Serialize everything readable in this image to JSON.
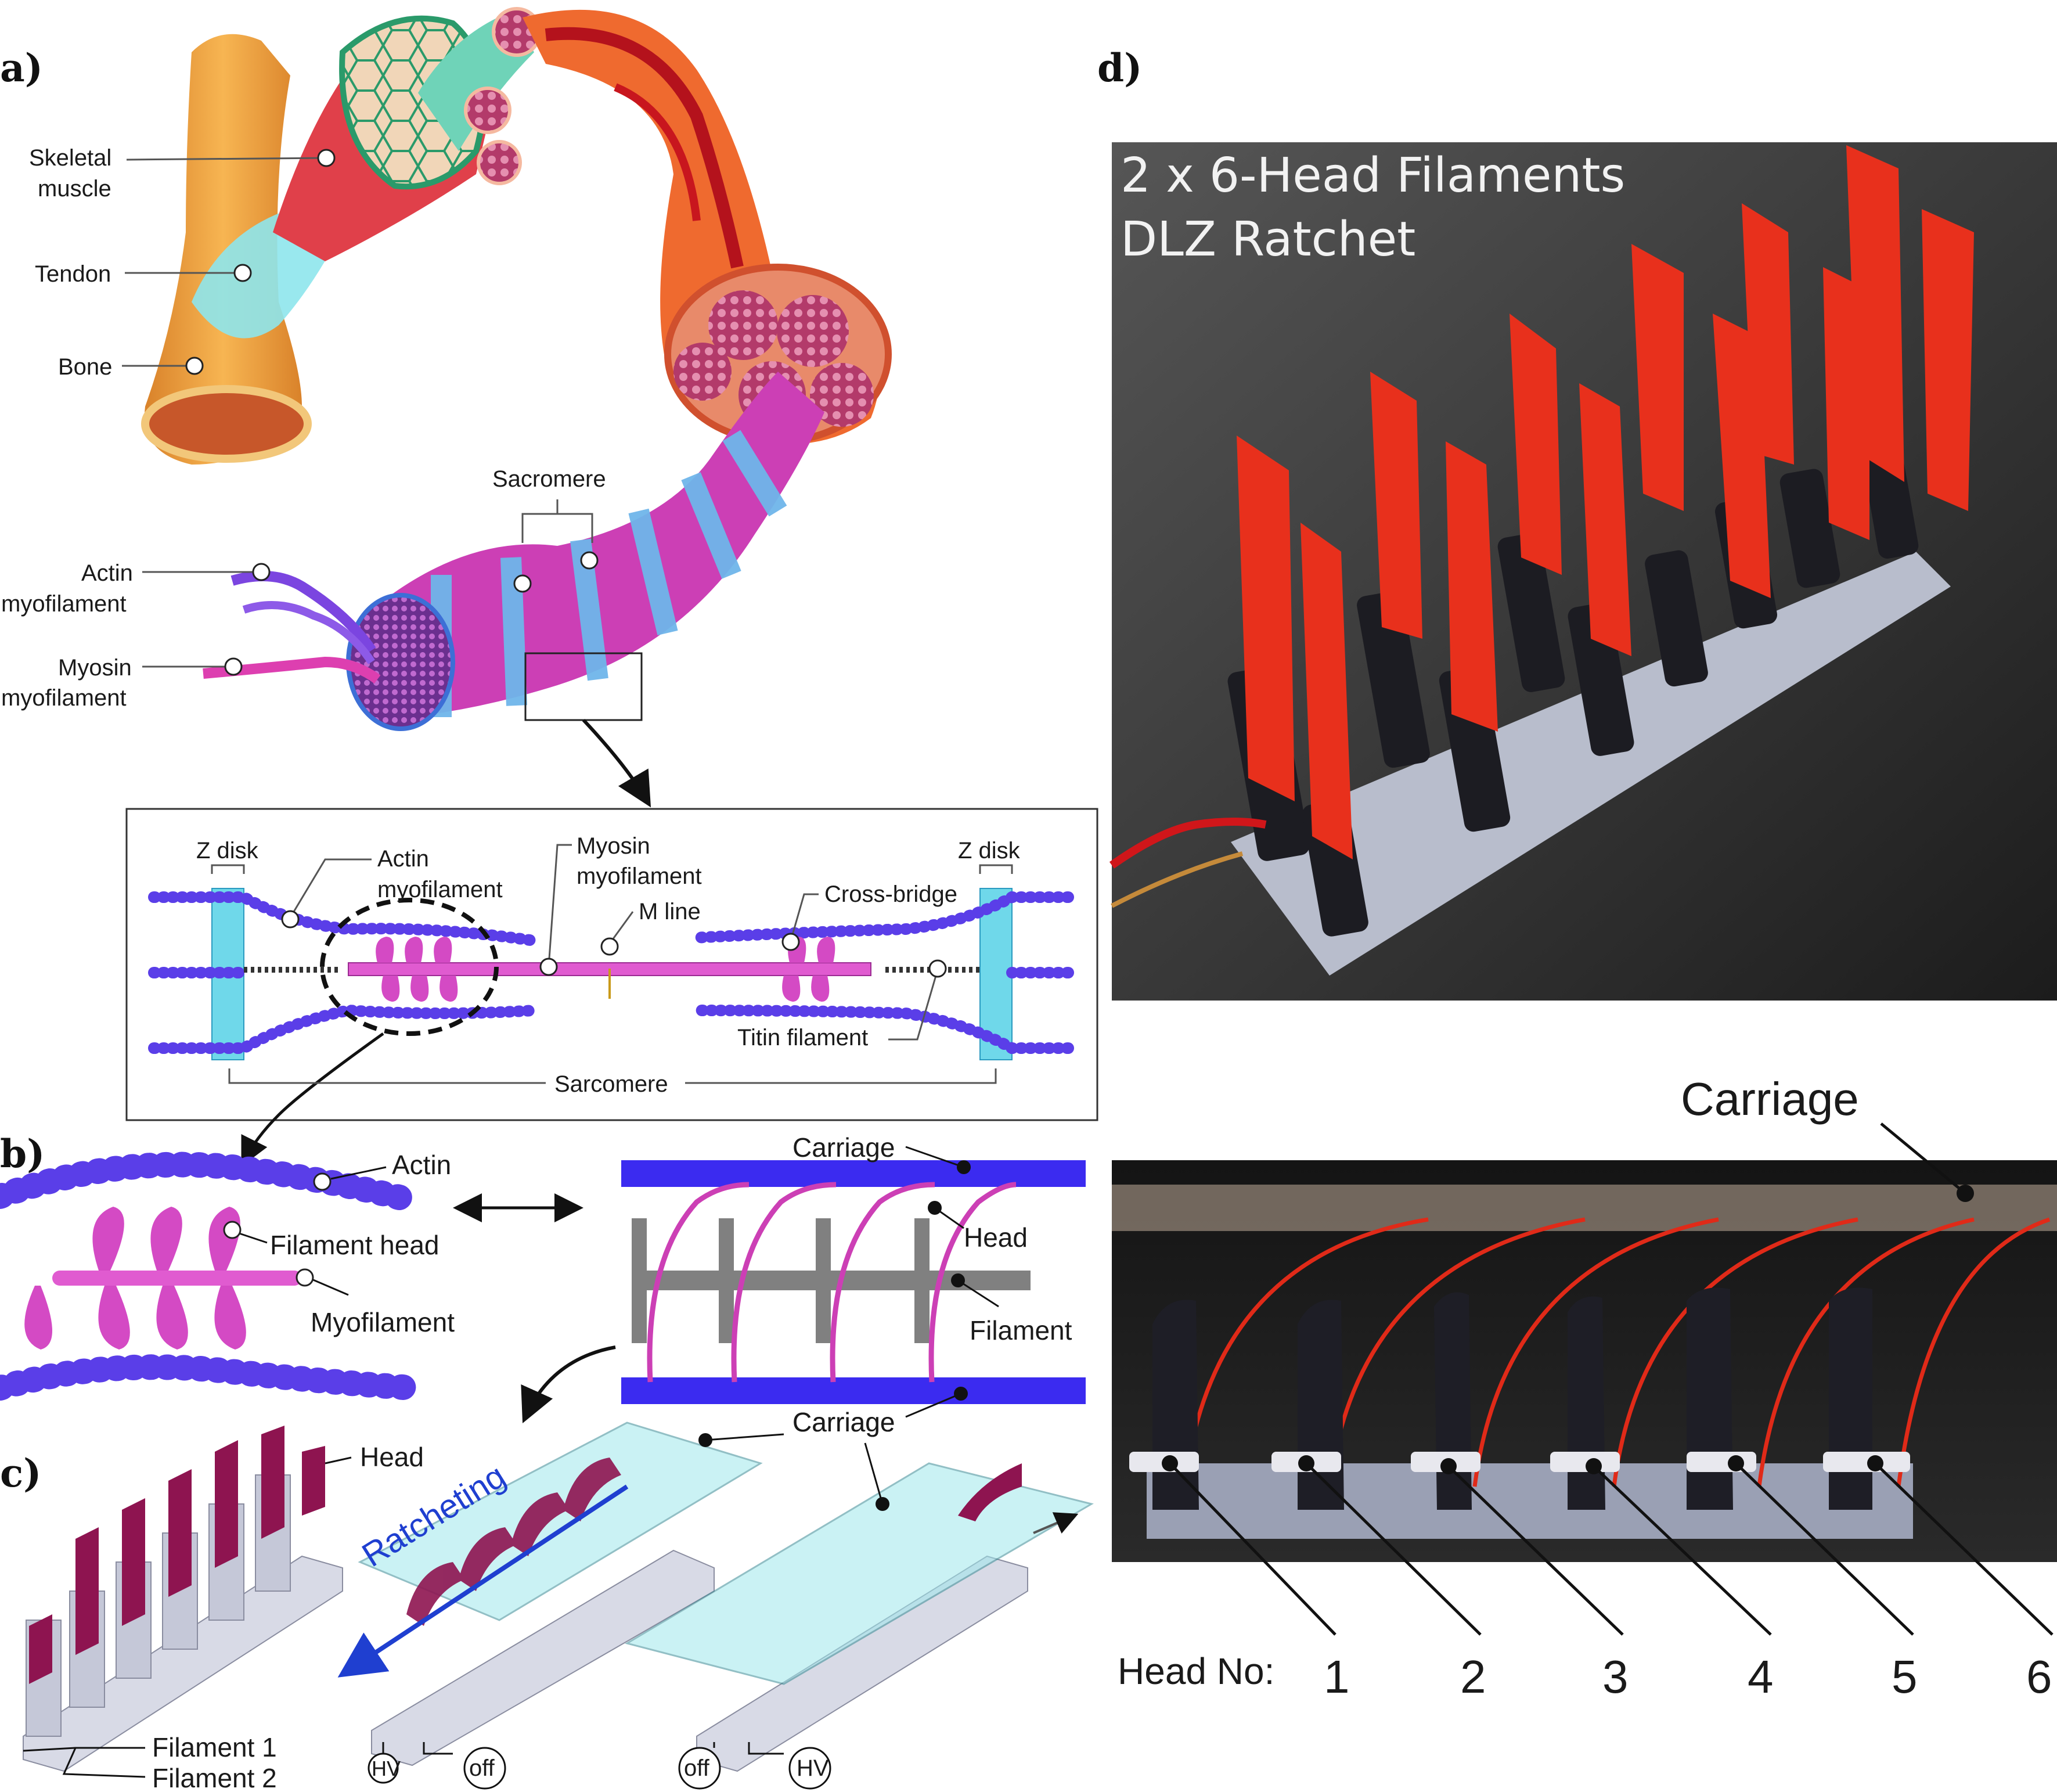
{
  "panels": {
    "a": "a)",
    "b": "b)",
    "c": "c)",
    "d": "d)"
  },
  "anatomy": {
    "skeletal_muscle": [
      "Skeletal",
      "muscle"
    ],
    "tendon": "Tendon",
    "bone": "Bone",
    "sacromere": "Sacromere",
    "actin": [
      "Actin",
      "myofilament"
    ],
    "myosin": [
      "Myosin",
      "myofilament"
    ]
  },
  "sarcomere_box": {
    "z_disk_left": "Z disk",
    "z_disk_right": "Z disk",
    "actin": [
      "Actin",
      "myofilament"
    ],
    "myosin": [
      "Myosin",
      "myofilament"
    ],
    "m_line": "M line",
    "cross_bridge": "Cross-bridge",
    "titin": "Titin filament",
    "sarcomere": "Sarcomere"
  },
  "panel_b": {
    "actin": "Actin",
    "filament_head": "Filament head",
    "myofilament": "Myofilament",
    "carriage_top": "Carriage",
    "head": "Head",
    "filament": "Filament",
    "carriage_bottom": "Carriage"
  },
  "panel_c": {
    "head": "Head",
    "filament1": "Filament 1",
    "filament2": "Filament 2",
    "ratcheting": "Ratcheting",
    "hv1": "HV",
    "off1": "off",
    "off2": "off",
    "hv2": "HV"
  },
  "panel_d": {
    "photo_title": [
      "2 x 6-Head Filaments",
      "DLZ Ratchet"
    ],
    "carriage": "Carriage",
    "head_no_label": "Head No:",
    "head_numbers": [
      "1",
      "2",
      "3",
      "4",
      "5",
      "6"
    ]
  },
  "colors": {
    "muscle_red": "#d9363a",
    "tendon_cyan": "#7fe0e8",
    "bone_orange": "#f0a040",
    "actin_purple": "#5a3ee8",
    "myosin_magenta": "#cc3fb5",
    "carriage_blue": "#3b2bf0",
    "filament_gray": "#808080",
    "head_maroon": "#8e1450",
    "photo_red": "#e8301c",
    "arrow_blue": "#1f3fd0"
  }
}
